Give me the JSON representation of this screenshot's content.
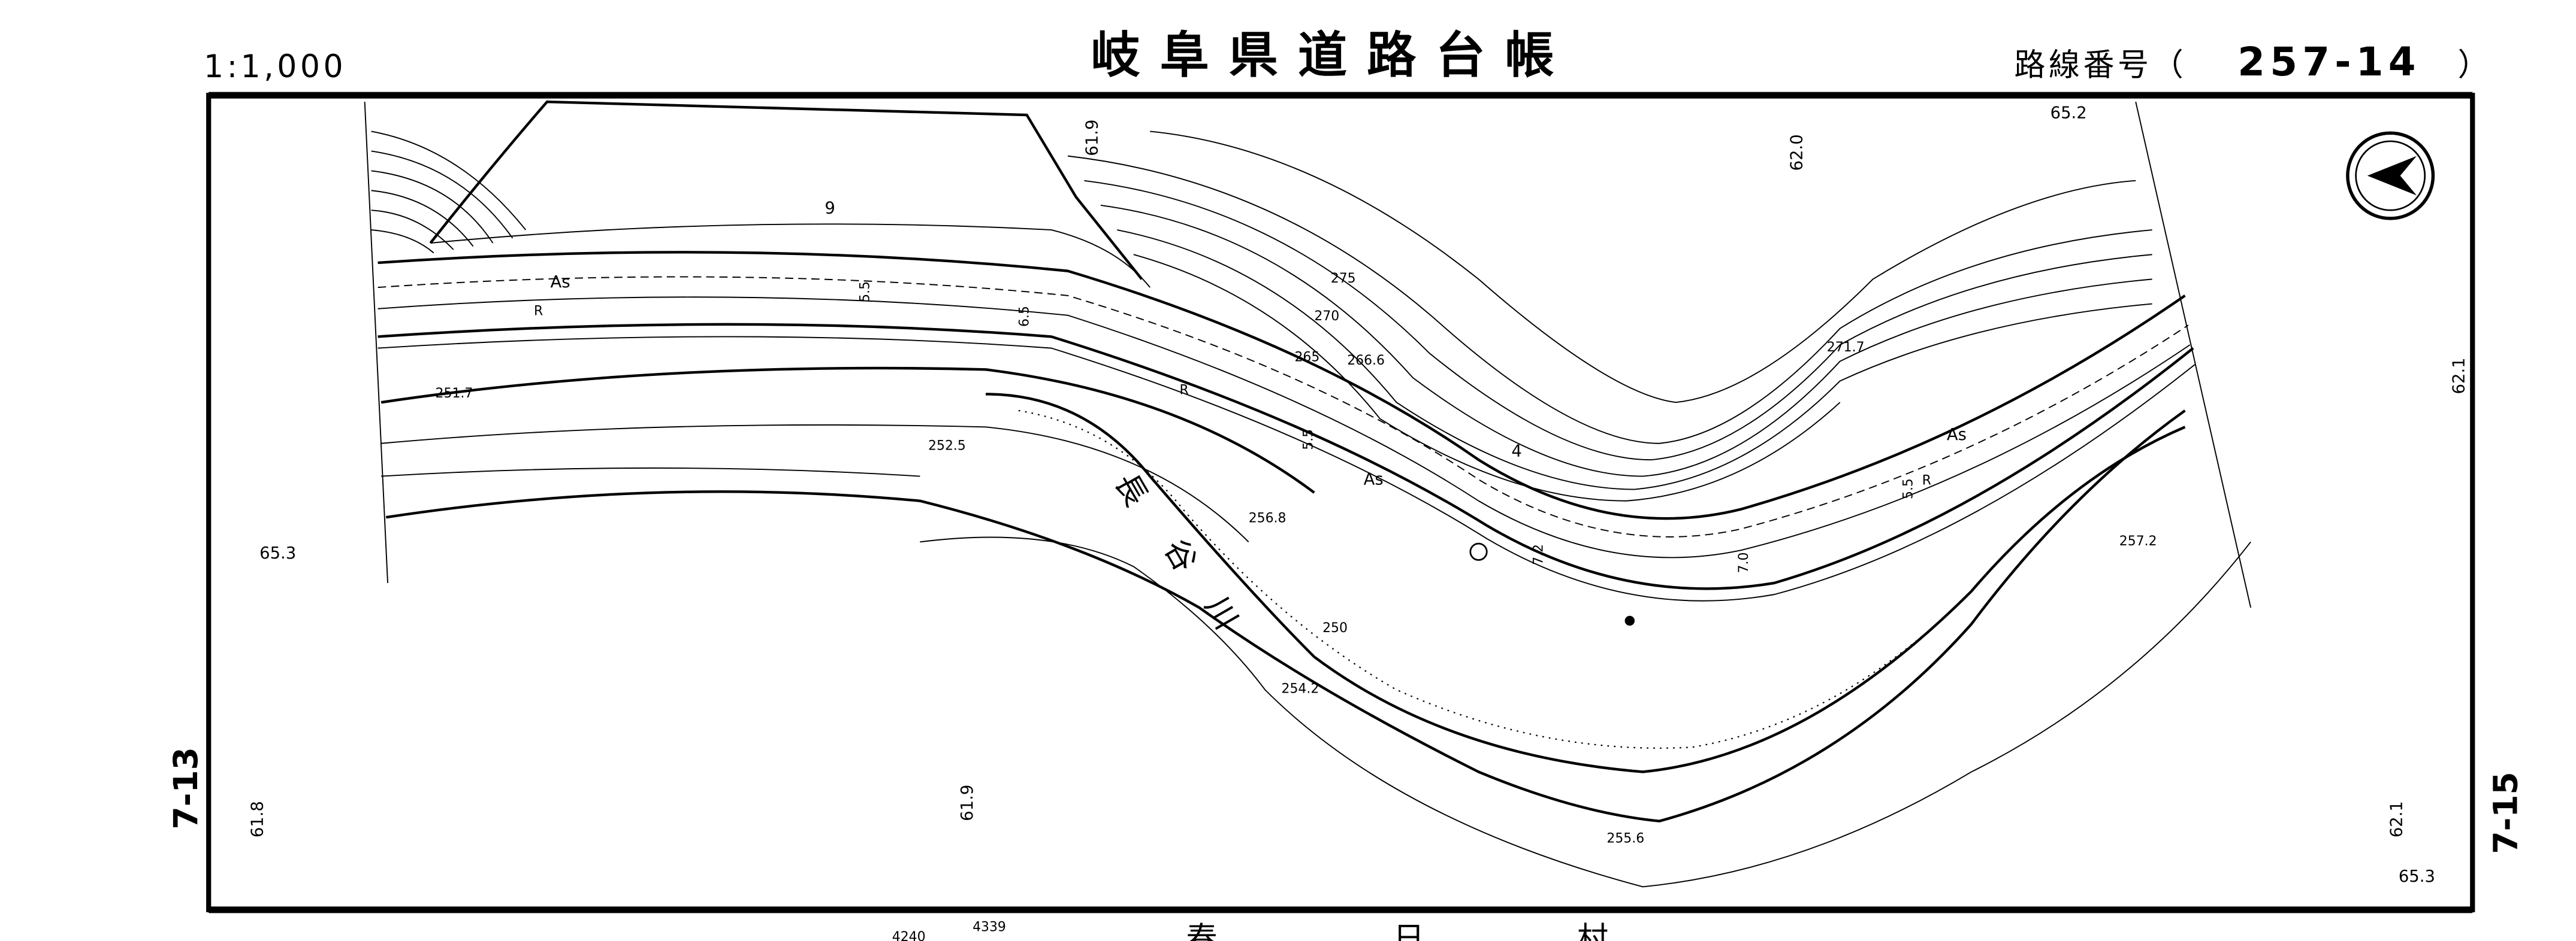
{
  "header": {
    "scale": "1:1,000",
    "title": "岐阜県道路台帳",
    "route_label": "路線番号（",
    "route_number": "257-14",
    "route_close": "）"
  },
  "side_refs": {
    "left": "7-13",
    "right": "7-15"
  },
  "footer": {
    "village": [
      "春",
      "日",
      "村"
    ],
    "numbers": [
      "4240",
      "4339"
    ]
  },
  "map": {
    "north_arrow": "north-arrow-icon",
    "river_name": [
      "長",
      "谷",
      "川"
    ],
    "elevations": [
      "61.9",
      "65.2",
      "62.0",
      "62.1",
      "65.3",
      "61.8",
      "61.9",
      "62.1",
      "65.3"
    ],
    "contours": [
      "275",
      "270",
      "265",
      "266.6",
      "271.7",
      "251.7",
      "252.5",
      "256.8",
      "250",
      "254.2",
      "255.6",
      "257.2"
    ],
    "road_marks": [
      "As",
      "As",
      "As",
      "R",
      "R",
      "R",
      "9",
      "4",
      "5.5",
      "6.5",
      "5.5",
      "7.0",
      "7.2",
      "5.5"
    ]
  }
}
